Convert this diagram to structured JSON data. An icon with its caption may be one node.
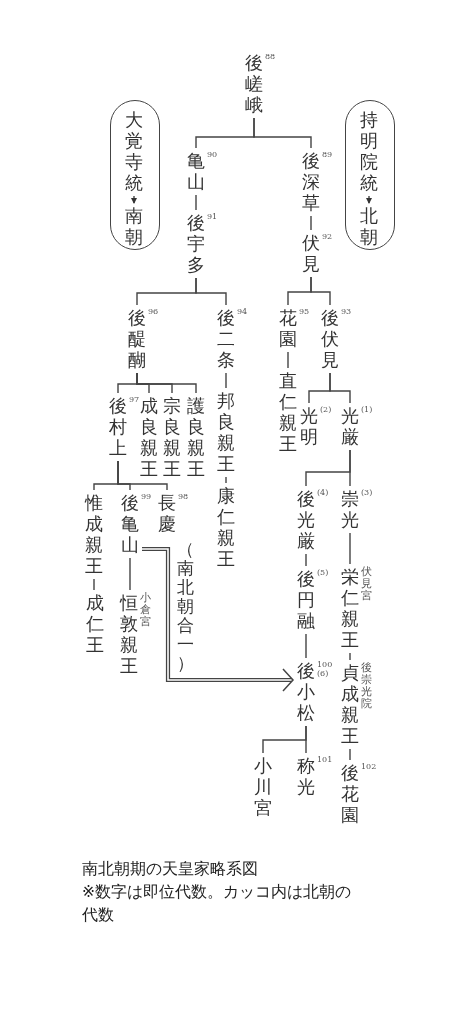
{
  "diagram": {
    "caption": "南北朝期の天皇家略系図",
    "nodes": [
      {
        "text": [],
        "shape": "box"
      },
      {
        "text": [
          "大覚寺統"
        ],
        "in": 0
      },
      {
        "text": [
          "南朝"
        ],
        "in": 0
      },
      {
        "text": [],
        "shape": "box"
      },
      {
        "text": [
          "持明院統"
        ],
        "in": 3
      },
      {
        "text": [
          "北朝"
        ],
        "in": 3
      },
      {
        "text": [
          "後嵯峨",
          "88"
        ]
      },
      {
        "text": [
          "亀山",
          "90"
        ]
      },
      {
        "text": [
          "後宇多",
          "91"
        ]
      },
      {
        "text": [
          "後深草",
          "89"
        ]
      },
      {
        "text": [
          "伏見",
          "92"
        ]
      },
      {
        "text": [
          "後醍醐",
          "96"
        ]
      },
      {
        "text": [
          "後二条",
          "94"
        ]
      },
      {
        "text": [
          "花園",
          "95"
        ]
      },
      {
        "text": [
          "後伏見",
          "93"
        ]
      },
      {
        "text": [
          "後村上",
          "97"
        ]
      },
      {
        "text": [
          "成良親王"
        ]
      },
      {
        "text": [
          "宗良親王"
        ]
      },
      {
        "text": [
          "護良親王"
        ]
      },
      {
        "text": [
          "邦良親王"
        ]
      },
      {
        "text": [
          "直仁親王"
        ]
      },
      {
        "text": [
          "光明",
          "(2)"
        ]
      },
      {
        "text": [
          "光厳",
          "(1)"
        ]
      },
      {
        "text": [
          "惟成親王"
        ]
      },
      {
        "text": [
          "後亀山",
          "99"
        ]
      },
      {
        "text": [
          "長慶",
          "98"
        ]
      },
      {
        "text": [
          "康仁親王"
        ]
      },
      {
        "text": [
          "後光厳",
          "(4)"
        ]
      },
      {
        "text": [
          "崇光",
          "(3)"
        ]
      },
      {
        "text": [
          "成仁王"
        ]
      },
      {
        "text": [
          "恒敦親王"
        ],
        "beside": [
          "小倉宮"
        ]
      },
      {
        "text": [
          "後円融",
          "(5)"
        ]
      },
      {
        "text": [
          "栄仁親王"
        ],
        "beside": [
          "伏見宮"
        ]
      },
      {
        "text": [
          "後小松",
          "100",
          "(6)"
        ]
      },
      {
        "text": [
          "貞成親王"
        ],
        "beside": [
          "後崇光院"
        ]
      },
      {
        "text": [
          "小川宮"
        ]
      },
      {
        "text": [
          "称光",
          "101"
        ]
      },
      {
        "text": [
          "後花園",
          "102"
        ]
      }
    ],
    "edges": [
      {
        "from": 1,
        "to": 2,
        "arrow": "to"
      },
      {
        "from": 4,
        "to": 5,
        "arrow": "to"
      },
      {
        "from": 6,
        "to": 7,
        "arrow": "none"
      },
      {
        "from": 6,
        "to": 9,
        "arrow": "none"
      },
      {
        "from": 7,
        "to": 8,
        "arrow": "none"
      },
      {
        "from": 9,
        "to": 10,
        "arrow": "none"
      },
      {
        "from": 8,
        "to": 11,
        "arrow": "none"
      },
      {
        "from": 8,
        "to": 12,
        "arrow": "none"
      },
      {
        "from": 10,
        "to": 13,
        "arrow": "none"
      },
      {
        "from": 10,
        "to": 14,
        "arrow": "none"
      },
      {
        "from": 11,
        "to": 15,
        "arrow": "none"
      },
      {
        "from": 11,
        "to": 16,
        "arrow": "none"
      },
      {
        "from": 11,
        "to": 17,
        "arrow": "none"
      },
      {
        "from": 11,
        "to": 18,
        "arrow": "none"
      },
      {
        "from": 12,
        "to": 19,
        "arrow": "none"
      },
      {
        "from": 19,
        "to": 26,
        "arrow": "none"
      },
      {
        "from": 13,
        "to": 20,
        "arrow": "none"
      },
      {
        "from": 14,
        "to": 21,
        "arrow": "none"
      },
      {
        "from": 14,
        "to": 22,
        "arrow": "none"
      },
      {
        "from": 15,
        "to": 23,
        "arrow": "none"
      },
      {
        "from": 15,
        "to": 24,
        "arrow": "none"
      },
      {
        "from": 15,
        "to": 25,
        "arrow": "none"
      },
      {
        "from": 22,
        "to": 27,
        "arrow": "none"
      },
      {
        "from": 22,
        "to": 28,
        "arrow": "none"
      },
      {
        "from": 23,
        "to": 29,
        "arrow": "none"
      },
      {
        "from": 24,
        "to": 30,
        "arrow": "none"
      },
      {
        "from": 27,
        "to": 31,
        "arrow": "none"
      },
      {
        "from": 28,
        "to": 32,
        "arrow": "none"
      },
      {
        "from": 31,
        "to": 33,
        "arrow": "none"
      },
      {
        "from": 32,
        "to": 34,
        "arrow": "none"
      },
      {
        "from": 34,
        "to": 37,
        "arrow": "none"
      },
      {
        "from": 33,
        "to": 35,
        "arrow": "none"
      },
      {
        "from": 33,
        "to": 36,
        "arrow": "none"
      },
      {
        "from": 24,
        "to": 33,
        "arrow": "to",
        "style": "thick",
        "label": "（南北朝合一）"
      }
    ],
    "labels": [
      "※数字は即位代数。カッコ内は北朝の代数"
    ]
  }
}
